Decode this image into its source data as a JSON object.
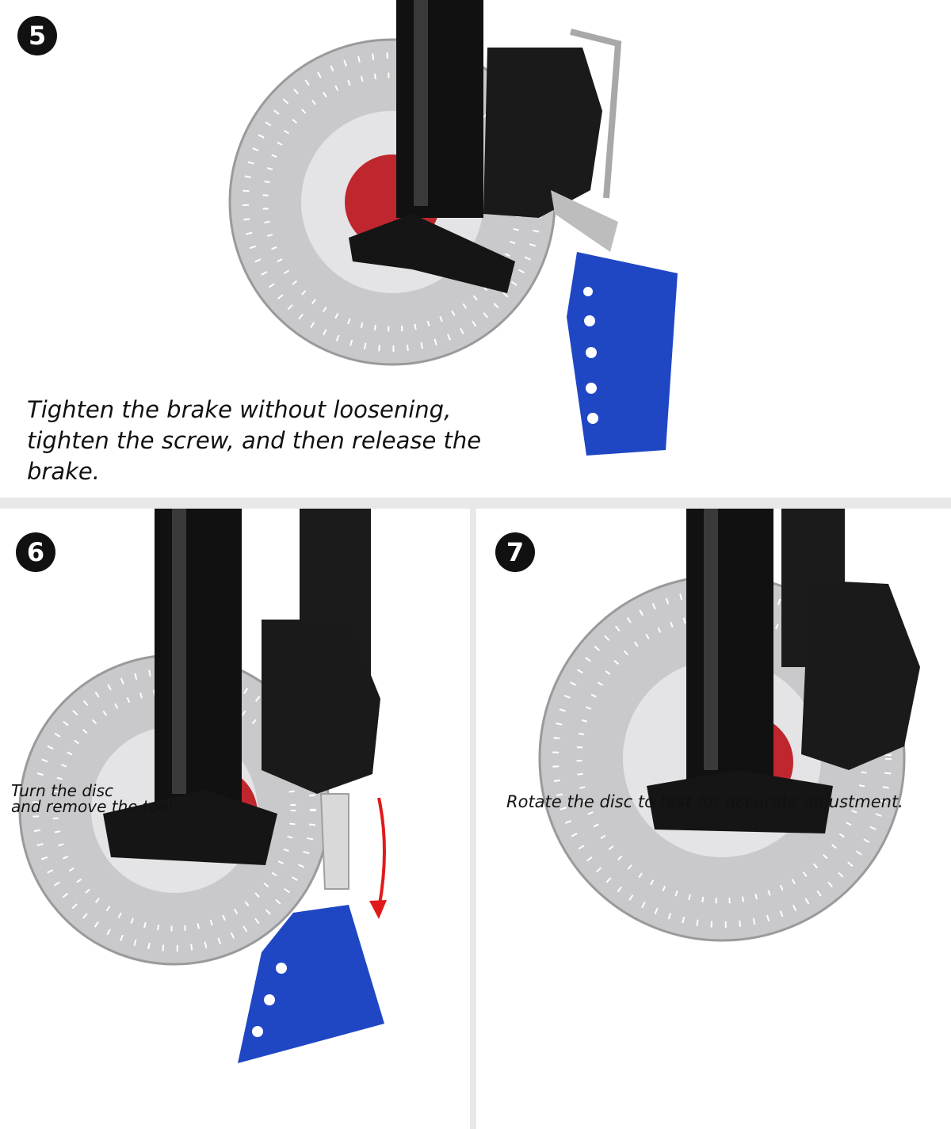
{
  "steps": [
    {
      "number": "5",
      "caption": "Tighten the brake without loosening, tighten the screw, and then release the brake."
    },
    {
      "number": "6",
      "caption_line1": "Turn the disc",
      "caption_line2": "and remove the tool."
    },
    {
      "number": "7",
      "caption": "Rotate the disc to test for accurate adjustment."
    }
  ],
  "colors": {
    "rotor": "#c9c9cb",
    "fork": "#111111",
    "hub": "#c0262d",
    "tool": "#1f47c4",
    "arrow": "#e01a1a"
  }
}
